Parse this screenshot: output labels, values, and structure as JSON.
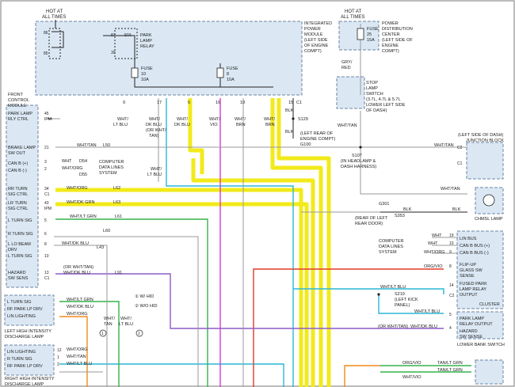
{
  "colors": {
    "wire_yellow": "#f2ea1a",
    "wire_green": "#34b34a",
    "wire_magenta": "#d33bd3",
    "wire_cyan": "#2ab7d8",
    "wire_red": "#e23a2a",
    "wire_orange": "#f28a1a",
    "wire_purple": "#8e5ac8",
    "wire_gray": "#9a9a9a",
    "wire_tan": "#c7a36b",
    "box_fill": "#dbe8f4",
    "box_border": "#6b86a6"
  },
  "top": {
    "hot_at_all_times_left": [
      "HOT AT",
      "ALL TIMES"
    ],
    "hot_at_all_times_right": [
      "HOT AT",
      "ALL TIMES"
    ]
  },
  "ipm": {
    "title_lines": [
      "INTEGRATED",
      "POWER",
      "MODULE",
      "(LEFT SIDE",
      "OF ENGINE",
      "COMPT)"
    ],
    "relay_label": [
      "PARK",
      "LAMP",
      "RELAY"
    ],
    "pin_labels": [
      "86",
      "85",
      "87",
      "87A",
      "30"
    ],
    "fuse10": [
      "FUSE",
      "10",
      "10A"
    ],
    "fuse8": [
      "FUSE",
      "8",
      "10A"
    ],
    "cavities": [
      "9",
      "17",
      "6",
      "16",
      "19",
      "15",
      "C1"
    ]
  },
  "pdc": {
    "fuse": [
      "FUSE",
      "25",
      "15A"
    ],
    "title_lines": [
      "POWER",
      "DISTRIBUTION",
      "CENTER",
      "(LEFT SIDE OF",
      "ENGINE",
      "COMPT)"
    ],
    "wire": [
      "GRY/",
      "RED"
    ]
  },
  "stop_switch": {
    "lines": [
      "STOP",
      "LAMP",
      "SWITCH",
      "(3.7L, 4.7L & 5.7L",
      "LOWER LEFT SIDE",
      "OF DASH)"
    ],
    "wire": "WHT/TAN"
  },
  "fcm": {
    "title": [
      "FRONT",
      "CONTROL",
      "MODULE"
    ],
    "park_relay": [
      "PARK LAMP",
      "RLY CTRL"
    ],
    "brake_sw": [
      "BRAKE LAMP",
      "SW OUT"
    ],
    "can_h": "CAN B (+)",
    "can_l": "CAN B (-)",
    "rr_turn": [
      "RR TURN",
      "SIG CTRL"
    ],
    "lr_turn": [
      "LR TURN",
      "SIG CTRL"
    ],
    "l_turn": "L TURN SIG",
    "r_turn": "R TURN SIG",
    "l_lo_beam": [
      "L LO BEAM",
      "DRV"
    ],
    "l_turn2": "L TURN SIG",
    "hazard": [
      "HAZARD",
      "SW SENS"
    ],
    "pins": [
      "45",
      "IPM",
      "21",
      "3",
      "2",
      "34",
      "C1",
      "43",
      "IPM",
      "5",
      "6",
      "8",
      "10",
      "13",
      "C1"
    ]
  },
  "wires_top": {
    "w1": [
      "WHT/",
      "LT BLU"
    ],
    "w2": [
      "WHT/",
      "DK BLU",
      "(OR WHT/",
      "TAN)"
    ],
    "w3": [
      "WHT/",
      "DK BLU"
    ],
    "w4": [
      "WHT/",
      "VIO"
    ],
    "w5": [
      "WHT/",
      "BRN"
    ],
    "w6": [
      "WHT/",
      "BRN"
    ],
    "blk": "BLK",
    "s129": "S129",
    "g100": [
      "(LEFT REAR OF",
      "ENGINE COMPT)",
      "G100"
    ]
  },
  "wires_mid": {
    "l50": [
      "WHT/TAN",
      "L50"
    ],
    "d54": [
      "WHT",
      "D54"
    ],
    "d55": [
      "WHT/ORG",
      "D55"
    ],
    "cdl_left": [
      "COMPUTER",
      "DATA LINES",
      "SYSTEM"
    ],
    "l62": [
      "WHT/ORG",
      "L62"
    ],
    "l63": [
      "WHT/DK GRN",
      "L63"
    ],
    "l61": [
      "WHT/LT GRN",
      "L61"
    ],
    "l60": "L60",
    "l43": [
      "WHT/DK BLU",
      "L43"
    ],
    "or_tan": "(OR WHT/TAN)",
    "l91": [
      "WHT/DK BLU",
      "L91"
    ],
    "s107": [
      "S107",
      "(IN HEADLAMP &",
      "DASH HARNESS)"
    ],
    "wht_lt_blu": [
      "WHT/",
      "LT BLU"
    ]
  },
  "right_side": {
    "jb": [
      "(LEFT SIDE OF DASH)",
      "JUNCTION BLOCK"
    ],
    "chmsl": "CHMSL LAMP",
    "g301": [
      "G301",
      "(REAR OF LEFT",
      "REAR DOOR)"
    ],
    "s353": "S353",
    "blk1": "BLK",
    "blk2": "BLK",
    "wht_tan1": "WHT/TAN",
    "wht_tan2": "WHT/TAN",
    "c2": "C2",
    "c1": "C1",
    "cdl_right": [
      "COMPUTER",
      "DATA LINES",
      "SYSTEM"
    ],
    "lin_bus": "LIN BUS",
    "can_h": "CAN B BUS (+)",
    "can_l": "CAN B BUS (-)",
    "wht": "WHT",
    "wht_org": "WHT/ORG",
    "pins_lin": [
      "19",
      "10",
      "9"
    ],
    "flipup": [
      "FLIP-UP",
      "GLASS SW",
      "SENSE"
    ],
    "org_vio": "ORG/VIO",
    "pin8": "8",
    "fused_park": [
      "FUSED PARK",
      "LAMP RELAY",
      "OUTPUT"
    ],
    "wht_lt_blu": "WHT/LT BLU",
    "s219": [
      "S219",
      "(LEFT KICK",
      "PANEL)"
    ],
    "pin14": "14",
    "c2b": "C2",
    "cluster": "CLUSTER",
    "park_relay_out": [
      "PARK LAMP",
      "RELAY OUTPUT"
    ],
    "hazard_sense": [
      "HAZARD",
      "SW SENSE"
    ],
    "lbs": "LOWER BANK SWITCH",
    "pin5": "5",
    "pin4": "4",
    "wht_lt_blu2": "WHT/LT BLU",
    "or_wht_tan": "(OR WHT/TAN)",
    "wht_dk_blu": "WHT/DK BLU",
    "tan_lt_grn1": "TAN/LT GRN",
    "tan_lt_grn2": "TAN/LT GRN",
    "org_vio2": "ORG/VIO",
    "wht_vio": "WHT/VIO"
  },
  "lower_left": {
    "legend1": "① W/ HID",
    "legend2": "② W/O HID",
    "lhid_pins": [
      "L TURN SIG",
      "RF PARK LP DRV",
      "LIN LIGHTING"
    ],
    "lhid_wires": [
      "WHT/LT GRN",
      "WHT/DK BLU",
      "WHT/ORG"
    ],
    "lhid_label": [
      "LEFT HIGH INTENSITY",
      "DISCHARGE LAMP"
    ],
    "rhid_pins": [
      "LIN LIGHTING",
      "R TURN SIG",
      "RF PARK LP DRV"
    ],
    "rhid_nums": [
      "12",
      "1",
      "2"
    ],
    "rhid_wires": [
      "WHT/ORG",
      "WHT/TAN",
      "WHT/LT BLU"
    ],
    "rhid_label": [
      "RIGHT HIGH INTENSITY",
      "DISCHARGE LAMP"
    ],
    "wht_tan": [
      "WHT/",
      "TAN"
    ],
    "wht_lt_blu": [
      "WHT/",
      "LT BLU"
    ],
    "circ1": "1",
    "circ2": "2"
  }
}
